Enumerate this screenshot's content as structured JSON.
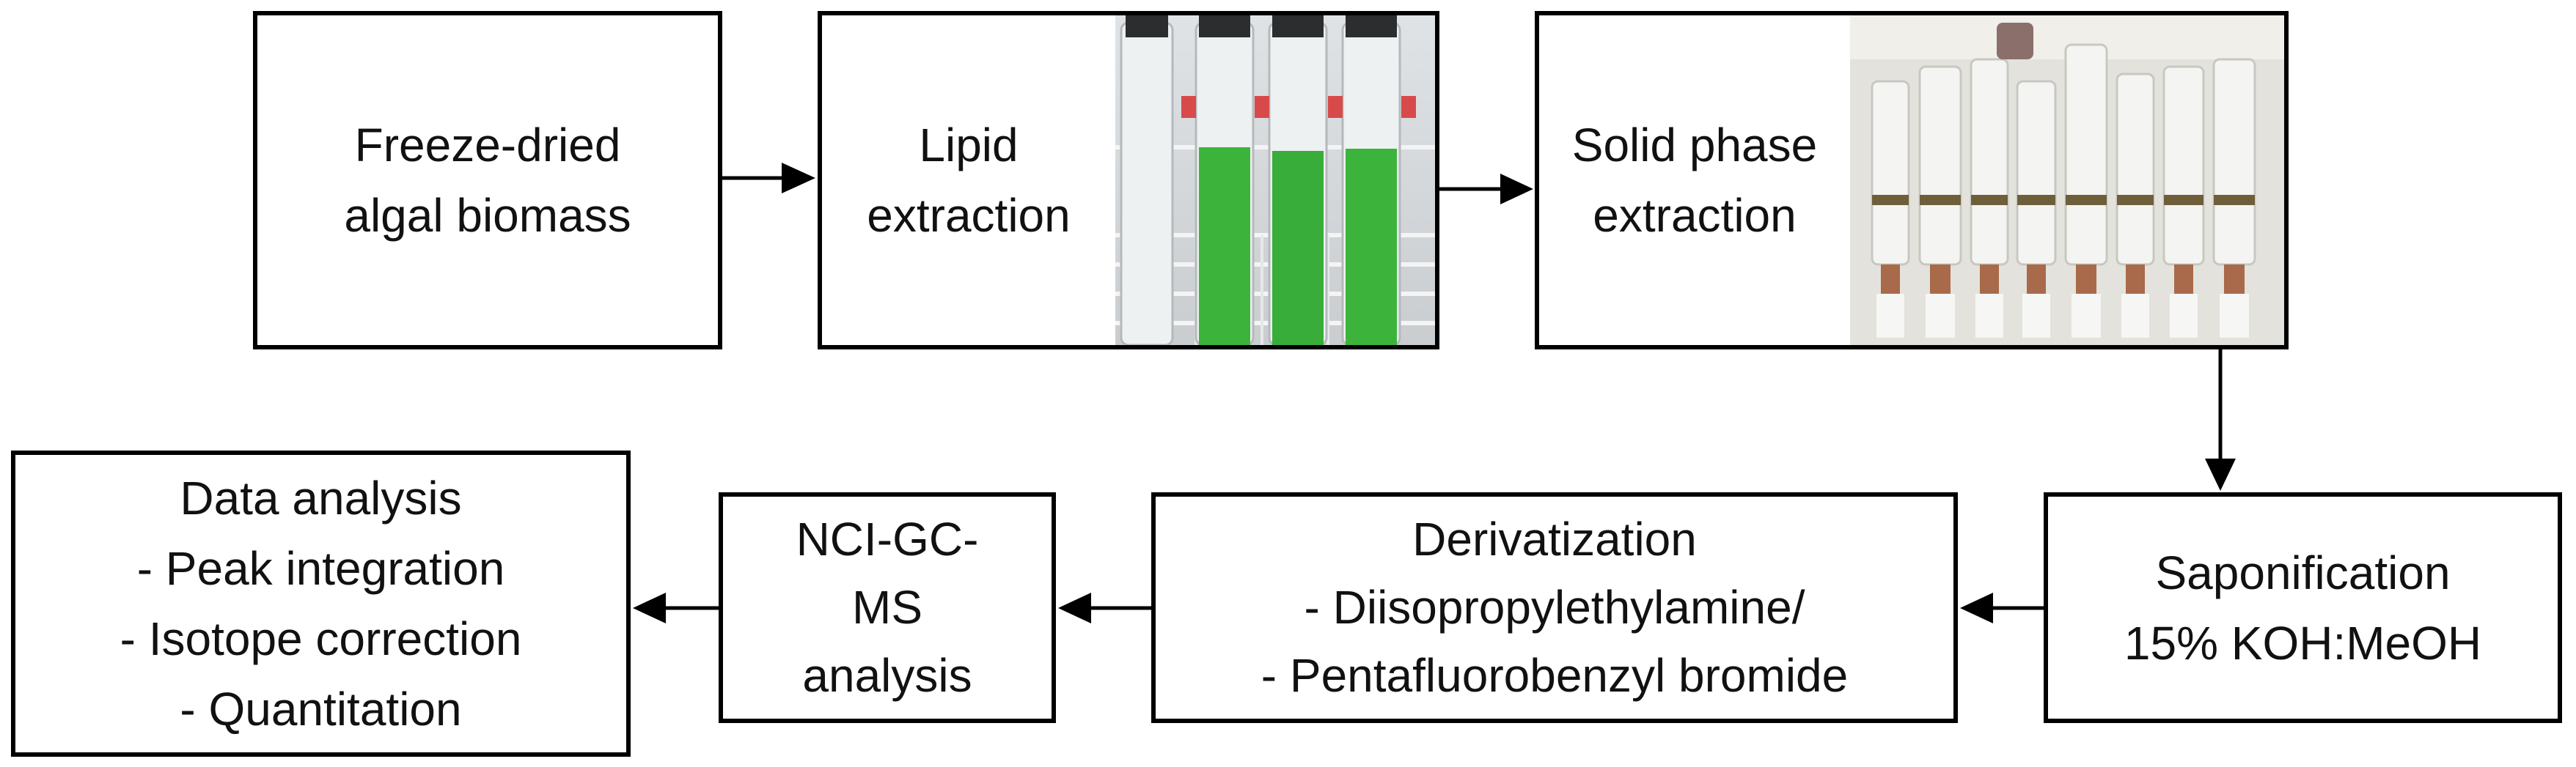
{
  "steps": {
    "freeze_dried": {
      "line1": "Freeze-dried",
      "line2": "algal biomass"
    },
    "lipid_extraction": {
      "line1": "Lipid",
      "line2": "extraction"
    },
    "solid_phase": {
      "line1": "Solid phase",
      "line2": "extraction"
    },
    "saponification": {
      "line1": "Saponification",
      "line2": "15% KOH:MeOH"
    },
    "derivatization": {
      "title": "Derivatization",
      "item1": "- Diisopropylethylamine/",
      "item2": "- Pentafluorobenzyl bromide"
    },
    "ncigcms": {
      "line1": "NCI-GC-",
      "line2": "MS",
      "line3": "analysis"
    },
    "data_analysis": {
      "title": "Data analysis",
      "item1": "- Peak integration",
      "item2": "- Isotope correction",
      "item3": "- Quantitation"
    }
  },
  "colors": {
    "border": "#000000",
    "tube_green": "#3cb43c",
    "tube_clear": "#e8ecec"
  }
}
